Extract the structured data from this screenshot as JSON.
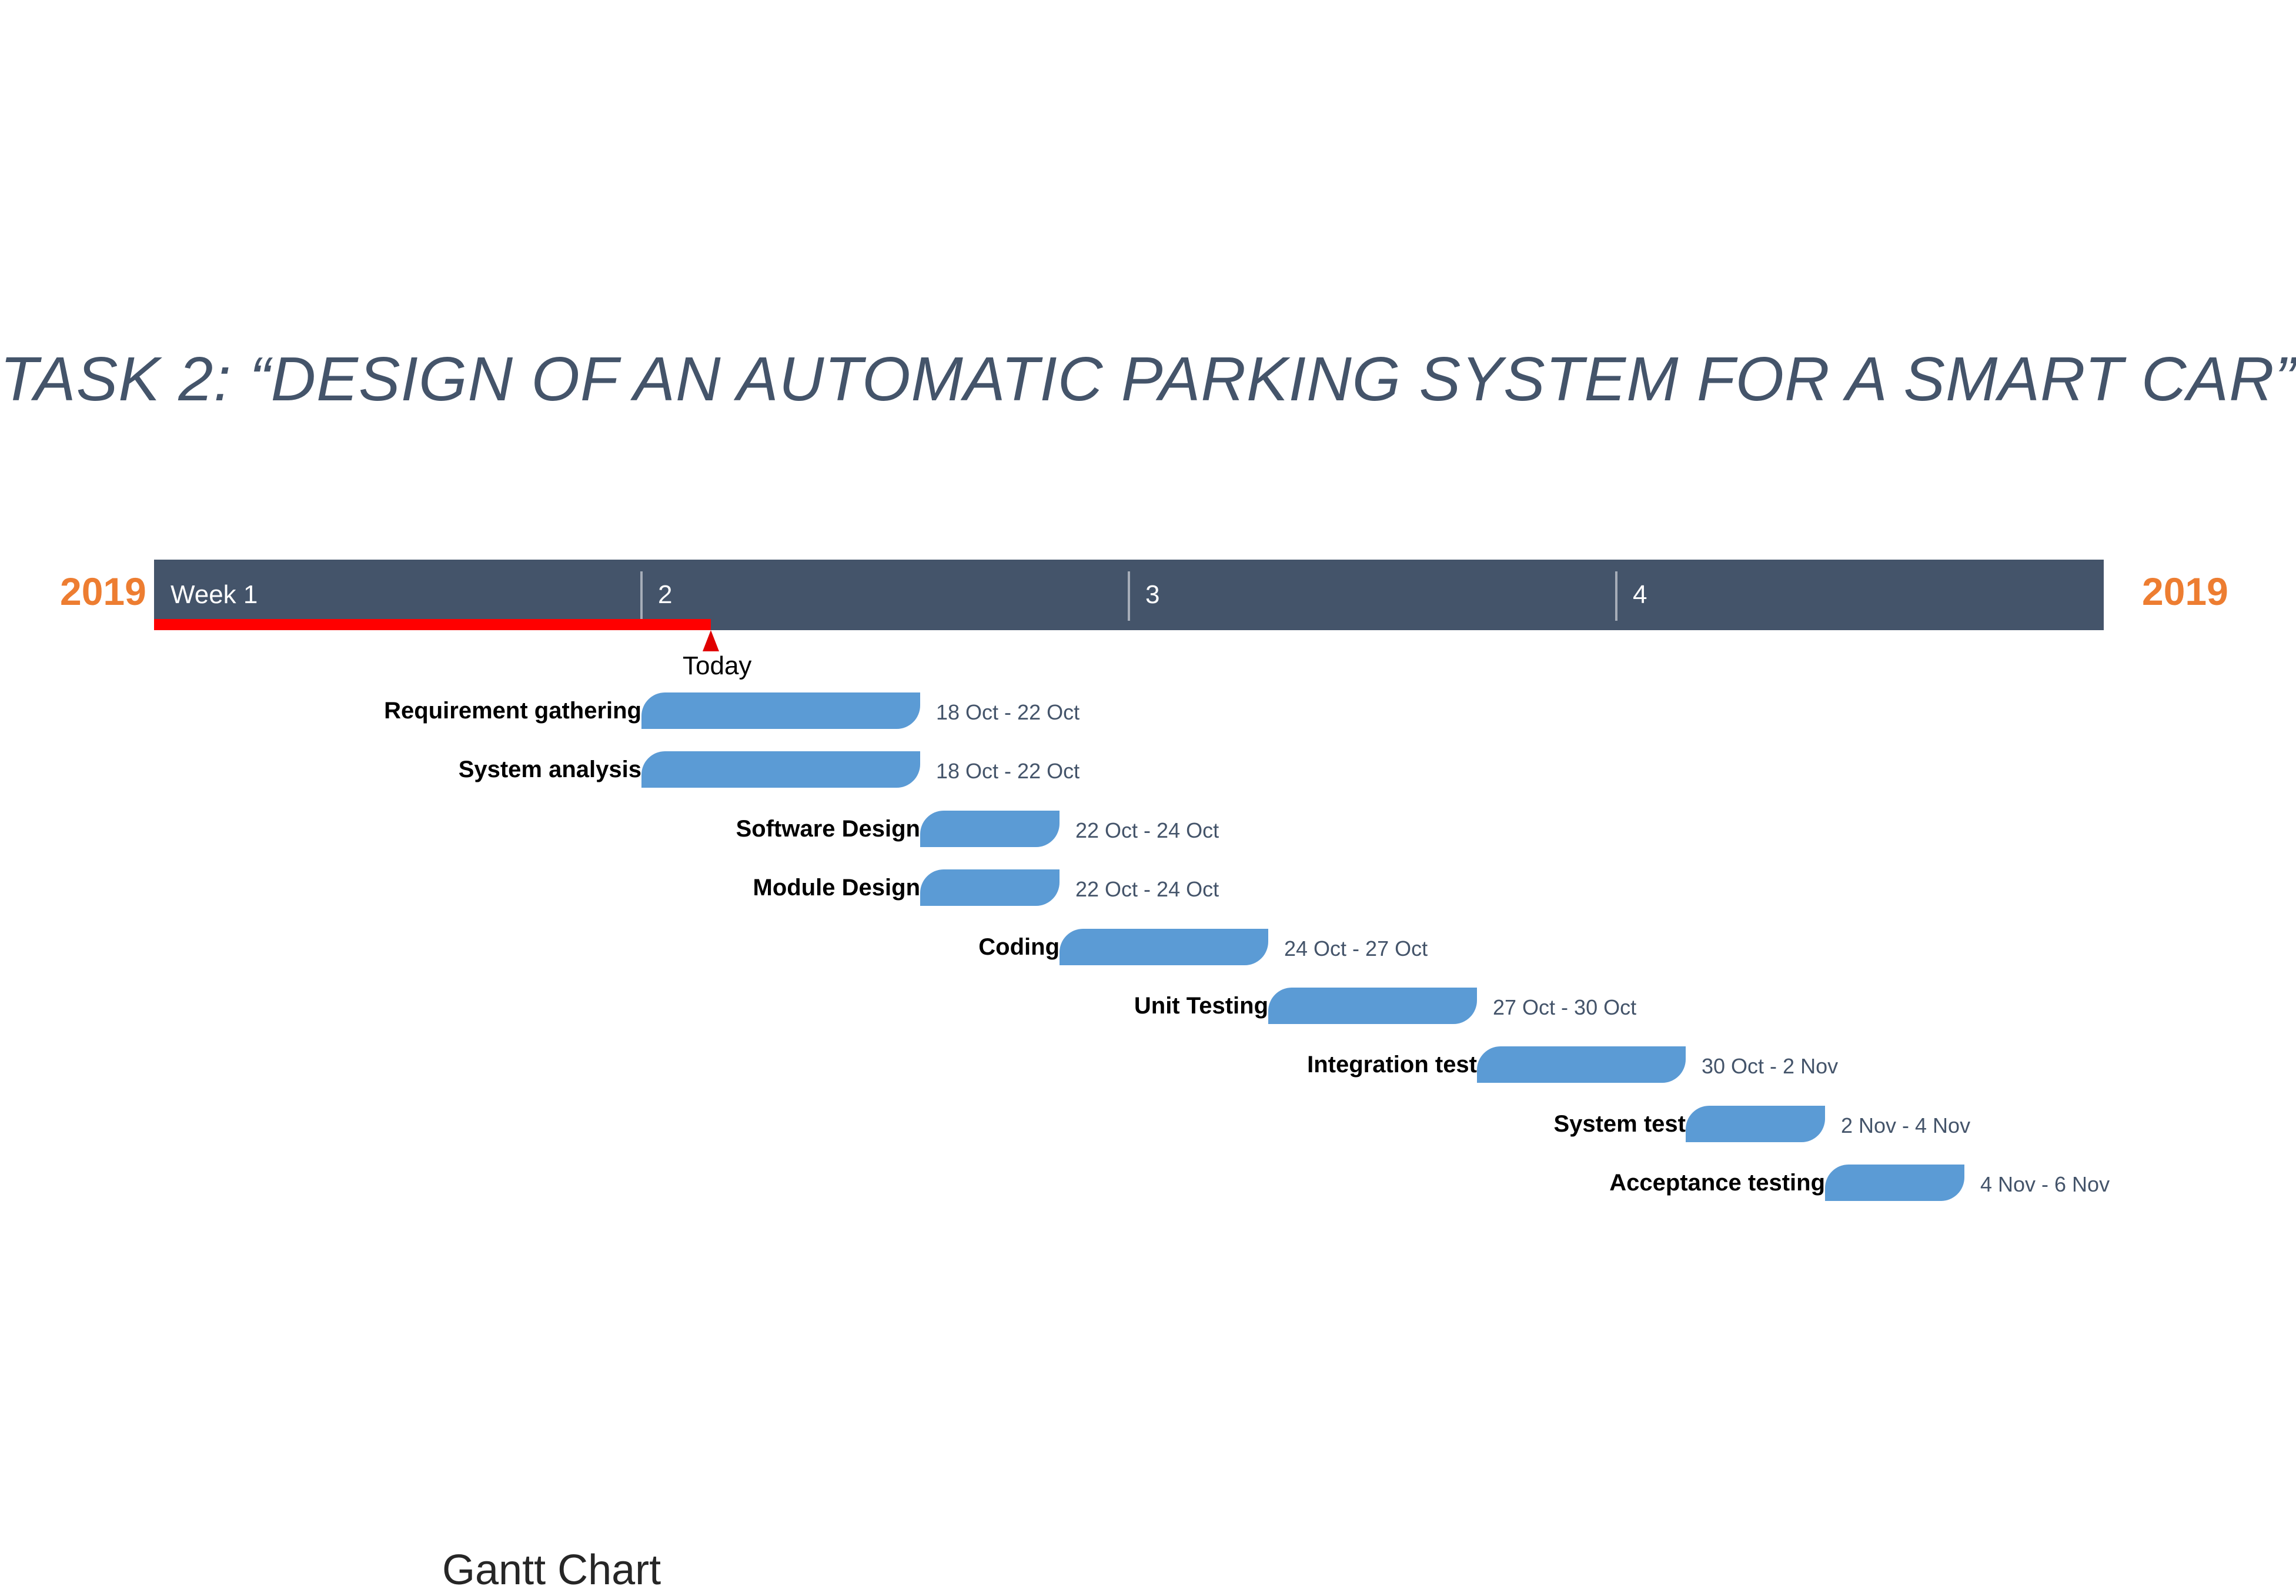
{
  "title": "TASK 2: “DESIGN OF AN AUTOMATIC PARKING SYSTEM FOR A SMART CAR”",
  "year_left": "2019",
  "year_right": "2019",
  "footer": "Gantt Chart",
  "colors": {
    "band": "#44546a",
    "bar": "#5b9bd5",
    "year": "#ed7d31",
    "today": "#ff0000",
    "dates": "#44546a"
  },
  "chart_data": {
    "type": "gantt",
    "x_start": "2019-10-11",
    "x_end": "2019-11-08",
    "weeks": [
      "Week 1",
      "2",
      "3",
      "4"
    ],
    "today": "2019-10-19",
    "today_label": "Today",
    "tasks": [
      {
        "name": "Requirement gathering",
        "start": "2019-10-18",
        "end": "2019-10-22",
        "dates": "18 Oct - 22 Oct"
      },
      {
        "name": "System analysis",
        "start": "2019-10-18",
        "end": "2019-10-22",
        "dates": "18 Oct - 22 Oct"
      },
      {
        "name": "Software Design",
        "start": "2019-10-22",
        "end": "2019-10-24",
        "dates": "22 Oct - 24 Oct"
      },
      {
        "name": "Module Design",
        "start": "2019-10-22",
        "end": "2019-10-24",
        "dates": "22 Oct - 24 Oct"
      },
      {
        "name": "Coding",
        "start": "2019-10-24",
        "end": "2019-10-27",
        "dates": "24 Oct - 27 Oct"
      },
      {
        "name": "Unit Testing",
        "start": "2019-10-27",
        "end": "2019-10-30",
        "dates": "27 Oct - 30 Oct"
      },
      {
        "name": "Integration test",
        "start": "2019-10-30",
        "end": "2019-11-02",
        "dates": "30 Oct - 2 Nov"
      },
      {
        "name": "System test",
        "start": "2019-11-02",
        "end": "2019-11-04",
        "dates": "2 Nov - 4 Nov"
      },
      {
        "name": "Acceptance testing",
        "start": "2019-11-04",
        "end": "2019-11-06",
        "dates": "4 Nov - 6 Nov"
      }
    ]
  }
}
